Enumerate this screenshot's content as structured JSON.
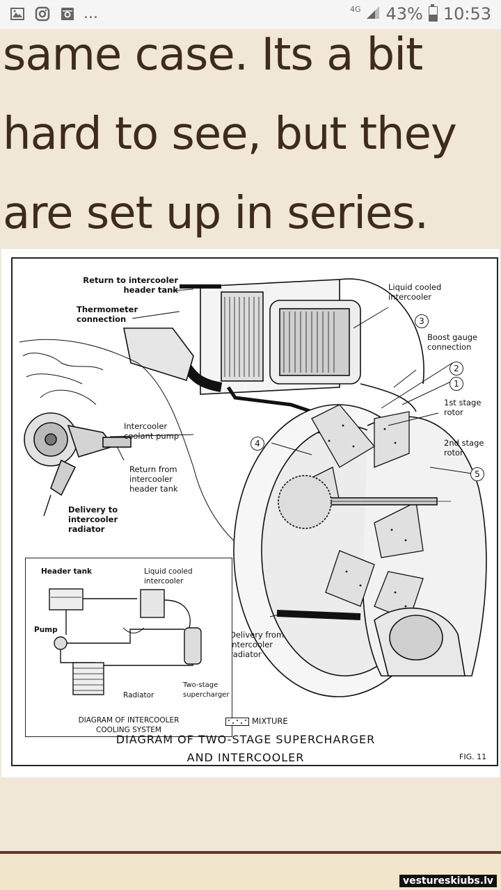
{
  "status_bar": {
    "icons": [
      "gallery-icon",
      "instagram-icon",
      "instagram-icon",
      "more-dots"
    ],
    "more": "...",
    "network": "4G",
    "battery": "43%",
    "battery_level": 0.43,
    "time": "10:53"
  },
  "post": {
    "text": "same case. Its a bit hard to see, but they are set up in series."
  },
  "figure": {
    "labels": {
      "return_to_intercooler_header_tank": "Return to intercooler header tank",
      "thermometer_connection": "Thermometer connection",
      "liquid_cooled_intercooler": "Liquid cooled intercooler",
      "boost_gauge_connection": "Boost gauge connection",
      "first_stage_rotor": "1st stage rotor",
      "second_stage_rotor": "2nd stage rotor",
      "intercooler_coolant_pump": "Intercooler coolant pump",
      "return_from_intercooler_header_tank": "Return from intercooler header tank",
      "delivery_to_intercooler_radiator": "Delivery to intercooler radiator",
      "delivery_from_intercooler_radiator": "Delivery from intercooler radiator",
      "mixture": "MIXTURE"
    },
    "callouts": [
      "1",
      "2",
      "3",
      "4",
      "5"
    ],
    "inset": {
      "header_tank": "Header tank",
      "liquid_cooled_intercooler": "Liquid cooled intercooler",
      "pump": "Pump",
      "radiator": "Radiator",
      "two_stage_supercharger": "Two-stage supercharger",
      "title_line1": "DIAGRAM OF INTERCOOLER",
      "title_line2": "COOLING SYSTEM"
    },
    "caption_line1": "DIAGRAM OF TWO-STAGE SUPERCHARGER",
    "caption_line2": "AND INTERCOOLER",
    "fig_number": "FIG. 11"
  },
  "watermark": "vestureskiubs.lv"
}
